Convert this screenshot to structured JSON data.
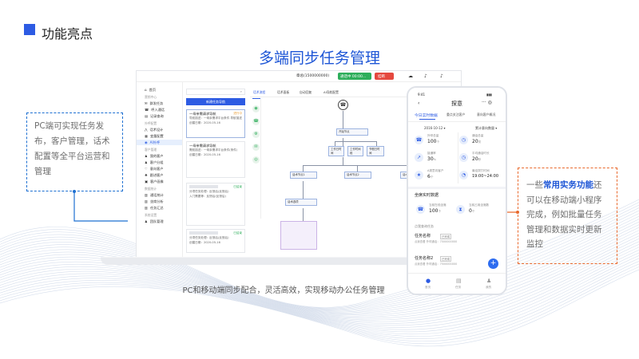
{
  "header": {
    "title": "功能亮点",
    "accent": "#2d5be3"
  },
  "main_title": "多端同步任务管理",
  "left_note": "PC端可实现任务发布，客户管理，话术配置等全平台运营和管理",
  "right_note": {
    "prefix": "一些",
    "highlight": "常用实务功能",
    "rest": "还可以在移动端小程序完成，例如批量任务管理和数据实时更新监控"
  },
  "caption": "PC和移动端同步配合，灵活高效，实现移动办公任务管理",
  "pc": {
    "topbar": {
      "user": "章总(1500000000)",
      "green_btn": "通话中 00:00...",
      "red_btn": "挂断"
    },
    "sidebar": [
      {
        "type": "item",
        "label": "首页",
        "icon": "⌂"
      },
      {
        "type": "section",
        "label": "营销中心"
      },
      {
        "type": "item",
        "label": "群发任务",
        "icon": "✉"
      },
      {
        "type": "item",
        "label": "呼入通话",
        "icon": "☎"
      },
      {
        "type": "item",
        "label": "记录查询",
        "icon": "▤"
      },
      {
        "type": "section",
        "label": "外呼配置"
      },
      {
        "type": "item",
        "label": "话术设计",
        "icon": "⋀"
      },
      {
        "type": "item",
        "label": "变量配置",
        "icon": "▦"
      },
      {
        "type": "item",
        "label": "AI外呼",
        "icon": "◉",
        "active": true
      },
      {
        "type": "section",
        "label": "客户管理"
      },
      {
        "type": "item",
        "label": "我的客户",
        "icon": "♟"
      },
      {
        "type": "item",
        "label": "客户分组",
        "icon": "♟"
      },
      {
        "type": "item",
        "label": "意向客户",
        "icon": "♡"
      },
      {
        "type": "item",
        "label": "跟进客户",
        "icon": "♣"
      },
      {
        "type": "item",
        "label": "客户画像",
        "icon": "▣"
      },
      {
        "type": "section",
        "label": "数据统计"
      },
      {
        "type": "item",
        "label": "通话统计",
        "icon": "▥"
      },
      {
        "type": "item",
        "label": "坐席分析",
        "icon": "▥"
      },
      {
        "type": "item",
        "label": "任务汇总",
        "icon": "▥"
      },
      {
        "type": "section",
        "label": "系统设置"
      },
      {
        "type": "item",
        "label": "团队管理",
        "icon": "♟"
      }
    ],
    "new_task_btn": "新建任务导航",
    "cards": [
      {
        "title": "一母亲需请求导航",
        "badge": "进行中",
        "l1": "导航描述：一母亲需求平台条件 导航描述",
        "l2": "创建日期：2020-05-16"
      },
      {
        "title": "一母亲需请求导航",
        "l1": "需航描述：一母亲需求平台条件(条件)",
        "l2": "创建日期：2020-05-16"
      },
      {
        "title": "",
        "badge": "已结束",
        "l1": "分项任务处理：反馈后(反馈后)",
        "l2": "入门需要等：反馈后(反馈后)"
      },
      {
        "title": "",
        "badge": "已结束",
        "l1": "分项任务处理：反馈后(反馈后)",
        "l2": "创建日期：2020-05-16"
      }
    ],
    "tabs": [
      "话术流程",
      "话术面板",
      "自动回复",
      "AI导航配置"
    ],
    "flow": {
      "start": "开始节点",
      "mid": "意向判定",
      "b1": "工作日时间",
      "b2": "工作时间段",
      "b3": "节假日时间",
      "p1": "话术节点1",
      "p2": "话术节点2",
      "p3": "话术节点3",
      "s1": "话术选项",
      "e": "话术节点4"
    }
  },
  "phone": {
    "title": "探意",
    "tabs": [
      "今日实时数据",
      "重点关注客户",
      "意向客户概况"
    ],
    "date": "2016-10-12",
    "filter": "累计意向数量",
    "stats": [
      {
        "label": "外呼总量",
        "value": "100",
        "unit": "个",
        "icon": "☎"
      },
      {
        "label": "通话总量",
        "value": "20",
        "unit": "次",
        "icon": "◷"
      },
      {
        "label": "接通率",
        "value": "30",
        "unit": "%",
        "icon": "↗"
      },
      {
        "label": "平均通话时长",
        "value": "20",
        "unit": "秒",
        "icon": "◷"
      },
      {
        "label": "A类意向客户",
        "value": "6",
        "unit": "个",
        "icon": "★"
      },
      {
        "label": "最佳拨打时间",
        "value": "19:00~24:00",
        "unit": "",
        "icon": "◔"
      }
    ],
    "seat_title": "坐席实时数据",
    "seats": [
      {
        "label": "当前在线坐席",
        "value": "100",
        "unit": "个"
      },
      {
        "label": "当前占用坐席数",
        "value": "0",
        "unit": "个"
      }
    ],
    "task_title": "点我查询任务",
    "tasks": [
      {
        "name": "任务名称",
        "status": "已完成",
        "line": "点我查看 外呼通话：7500000000"
      },
      {
        "name": "任务名称2",
        "status": "已完成",
        "line": "点我查看 外呼通话：7500000000"
      }
    ],
    "nav": [
      "首页",
      "任务",
      "我的"
    ]
  }
}
